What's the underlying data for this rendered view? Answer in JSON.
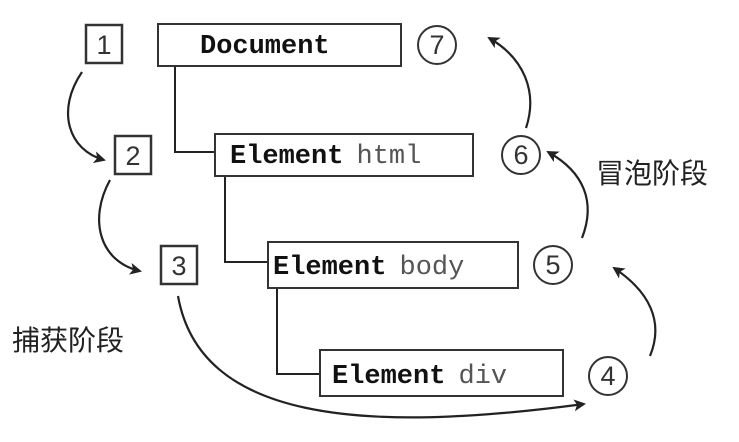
{
  "nodes": {
    "document": {
      "type": "Document",
      "name": ""
    },
    "html": {
      "type": "Element",
      "name": "html"
    },
    "body": {
      "type": "Element",
      "name": "body"
    },
    "div": {
      "type": "Element",
      "name": "div"
    }
  },
  "capture_steps": [
    "1",
    "2",
    "3"
  ],
  "bubble_steps": [
    "4",
    "5",
    "6",
    "7"
  ],
  "labels": {
    "capture_phase": "捕获阶段",
    "bubble_phase": "冒泡阶段"
  },
  "colors": {
    "stroke": "#333333",
    "text": "#111111",
    "muted_text": "#555555"
  }
}
